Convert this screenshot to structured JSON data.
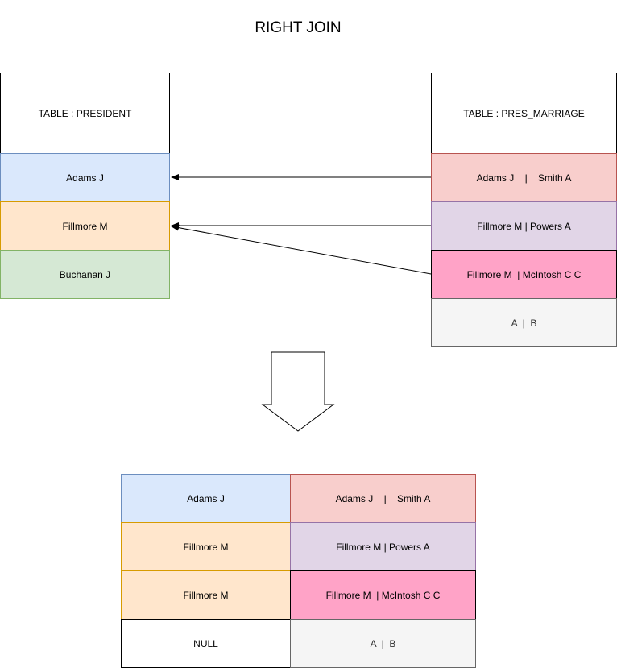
{
  "title": "RIGHT JOIN",
  "colors": {
    "blue_fill": "#dae8fc",
    "blue_stroke": "#6c8ebf",
    "orange_fill": "#ffe6cc",
    "orange_stroke": "#d79b00",
    "green_fill": "#d5e8d4",
    "green_stroke": "#82b366",
    "red_fill": "#f8cecc",
    "red_stroke": "#b85450",
    "purple_fill": "#e1d5e7",
    "purple_stroke": "#9673a6",
    "pink_fill": "#ffa3c7",
    "pink_stroke": "#000000",
    "gray_fill": "#f5f5f5",
    "gray_stroke": "#666666"
  },
  "president": {
    "header": "TABLE : PRESIDENT",
    "rows": [
      "Adams J",
      "Fillmore M",
      "Buchanan J"
    ]
  },
  "pres_marriage": {
    "header": "TABLE : PRES_MARRIAGE",
    "rows": [
      "Adams J    |    Smith A",
      "Fillmore M | Powers A",
      "Fillmore M  | McIntosh C C",
      "A  |  B"
    ]
  },
  "result": {
    "left": [
      "Adams J",
      "Fillmore M",
      "Fillmore M",
      "NULL"
    ],
    "right": [
      "Adams J    |    Smith A",
      "Fillmore M | Powers A",
      "Fillmore M  | McIntosh C C",
      "A  |  B"
    ]
  },
  "down_arrow_icon": "down-arrow-icon"
}
